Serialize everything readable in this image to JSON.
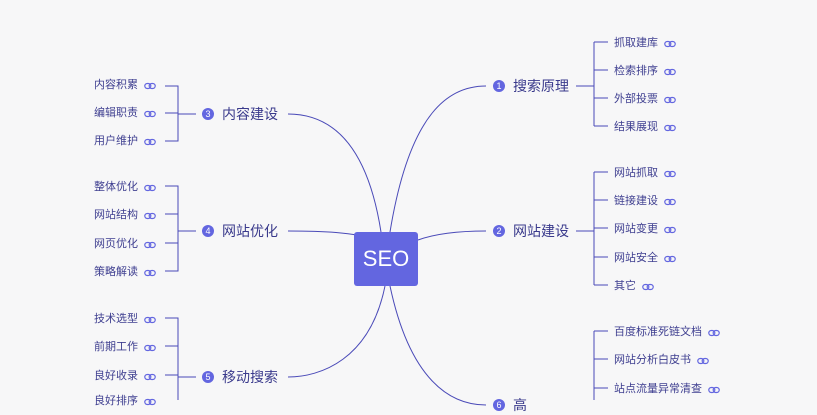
{
  "root": {
    "label": "SEO"
  },
  "branches": [
    {
      "num": "1",
      "label": "搜索原理",
      "leaves": [
        "抓取建库",
        "检索排序",
        "外部投票",
        "结果展现"
      ]
    },
    {
      "num": "2",
      "label": "网站建设",
      "leaves": [
        "网站抓取",
        "链接建设",
        "网站变更",
        "网站安全",
        "其它"
      ]
    },
    {
      "num": "3",
      "label": "内容建设",
      "leaves": [
        "内容积累",
        "编辑职责",
        "用户维护"
      ]
    },
    {
      "num": "4",
      "label": "网站优化",
      "leaves": [
        "整体优化",
        "网站结构",
        "网页优化",
        "策略解读"
      ]
    },
    {
      "num": "5",
      "label": "移动搜索",
      "leaves": [
        "技术选型",
        "前期工作",
        "良好收录",
        "良好排序"
      ]
    },
    {
      "num": "6",
      "label": "高",
      "leaves": [
        "百度标准死链文档",
        "网站分析白皮书",
        "站点流量异常清查"
      ]
    }
  ],
  "colors": {
    "accent": "#6366e0",
    "line": "#4a4ab8",
    "text": "#3a3a8c",
    "background": "#f7f7f8"
  },
  "icons": {
    "leaf_link": "link-icon"
  }
}
